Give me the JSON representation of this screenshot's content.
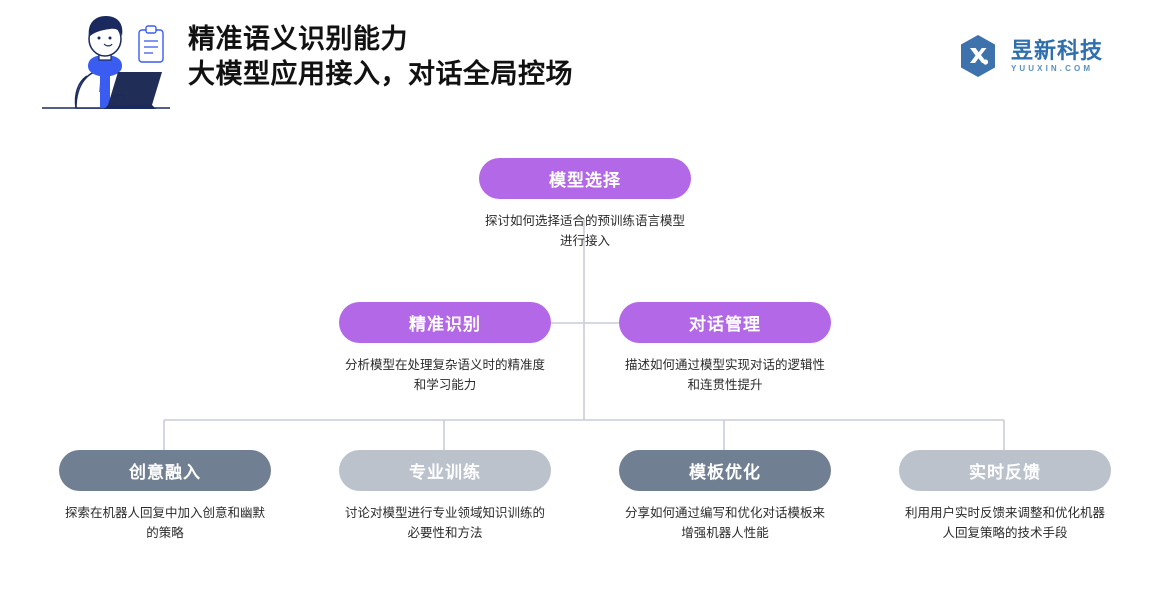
{
  "header": {
    "title_line1": "精准语义识别能力",
    "title_line2": "大模型应用接入，对话全局控场",
    "illustration_name": "person-working-on-laptop-illustration"
  },
  "brand": {
    "name": "昱新科技",
    "domain": "YUUXIN.COM",
    "logo_icon": "hexagon-x-logo-icon",
    "color": "#2f6fad"
  },
  "colors": {
    "purple": "#b368e8",
    "slate": "#717f93",
    "gray": "#bcc2cc",
    "connector": "#c9ced6",
    "brand_blue": "#2f6fad",
    "illustration_blue": "#3b5cf0",
    "illustration_navy": "#1b2a5e"
  },
  "diagram": {
    "type": "tree",
    "root": {
      "id": "model-selection",
      "label": "模型选择",
      "description": "探讨如何选择适合的预训练语言模型进行接入",
      "style": "purple"
    },
    "level2": [
      {
        "id": "precise-recognition",
        "label": "精准识别",
        "description": "分析模型在处理复杂语义时的精准度和学习能力",
        "style": "purple"
      },
      {
        "id": "dialog-management",
        "label": "对话管理",
        "description": "描述如何通过模型实现对话的逻辑性和连贯性提升",
        "style": "purple"
      }
    ],
    "level3": [
      {
        "id": "creative-integration",
        "label": "创意融入",
        "description": "探索在机器人回复中加入创意和幽默的策略",
        "style": "slate"
      },
      {
        "id": "professional-training",
        "label": "专业训练",
        "description": "讨论对模型进行专业领域知识训练的必要性和方法",
        "style": "gray"
      },
      {
        "id": "template-optimization",
        "label": "模板优化",
        "description": "分享如何通过编写和优化对话模板来增强机器人性能",
        "style": "slate"
      },
      {
        "id": "realtime-feedback",
        "label": "实时反馈",
        "description": "利用用户实时反馈来调整和优化机器人回复策略的技术手段",
        "style": "gray"
      }
    ]
  }
}
